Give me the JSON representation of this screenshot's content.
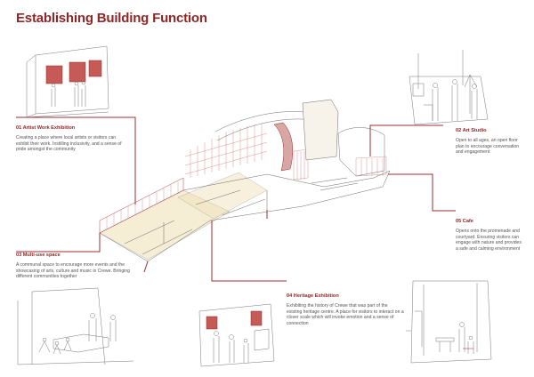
{
  "title": "Establishing Building Function",
  "colors": {
    "accent": "#8f2727",
    "leader": "#9c2f2f",
    "highlight": "#efe0b4",
    "line": "#6b6b6b"
  },
  "sections": [
    {
      "id": "artist-work",
      "heading": "01 Artist Work Exhibition",
      "body": "Creating a place where local artists or visitors can exhibit their work. Instilling inclusivity, and a sense of pride amongst the community"
    },
    {
      "id": "art-studio",
      "heading": "02 Art Studio",
      "body": "Open to all ages, an open floor plan to encourage conversation and engagement"
    },
    {
      "id": "multi-use",
      "heading": "03 Multi-use space",
      "body": "A communal space to encourage more events and the showcasing of arts, culture and music in Crewe. Bringing different communities together"
    },
    {
      "id": "heritage",
      "heading": "04 Heritage Exhibition",
      "body": "Exhibiting the history of Crewe that was part of the existing heritage centre. A place for visitors to interact on a closer scale which will invoke emotion and a sense of connection"
    },
    {
      "id": "cafe",
      "heading": "05 Cafe",
      "body": "Opens onto the promenade and courtyard. Ensuring visitors can engage with nature and provides a safe and calming environment"
    }
  ]
}
